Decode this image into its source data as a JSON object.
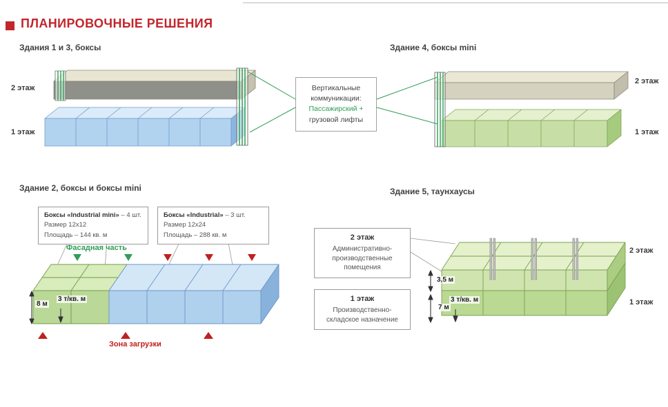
{
  "slide": {
    "title": "ПЛАНИРОВОЧНЫЕ РЕШЕНИЯ"
  },
  "colors": {
    "accent_red": "#c0201e",
    "accent_green": "#2f9e57",
    "box_blue": "#a9cdec",
    "box_green": "#b4d58e",
    "floor_beige": "#e9e5d3"
  },
  "buildings13": {
    "heading": "Здания 1 и 3, боксы",
    "floor2_label": "2 этаж",
    "floor1_label": "1 этаж"
  },
  "building4": {
    "heading": "Здание 4, боксы mini",
    "floor2_label": "2 этаж",
    "floor1_label": "1 этаж"
  },
  "lift_box": {
    "line1": "Вертикальные",
    "line2": "коммуникации:",
    "line3": "Пассажирский +",
    "line4": "грузовой лифты"
  },
  "building2": {
    "heading": "Здание 2, боксы и боксы mini",
    "note_mini": {
      "title": "Боксы «Industrial mini»",
      "count": " – 4 шт.",
      "size": "Размер 12х12",
      "area": "Площадь – 144 кв. м"
    },
    "note_industrial": {
      "title": "Боксы «Industrial»",
      "count": " – 3 шт.",
      "size": "Размер 12х24",
      "area": "Площадь – 288 кв. м"
    },
    "facade_label": "Фасадная часть",
    "height_label": "8 м",
    "load_label": "3 т/кв. м",
    "loading_zone_label": "Зона загрузки"
  },
  "building5": {
    "heading": "Здание 5, таунхаусы",
    "note_floor2": {
      "title": "2 этаж",
      "text": "Административно-производственные помещения"
    },
    "note_floor1": {
      "title": "1 этаж",
      "text": "Производственно-складское назначение"
    },
    "dim_height2": "3,5 м",
    "dim_height1": "7 м",
    "load_label": "3 т/кв. м",
    "floor2_label": "2 этаж",
    "floor1_label": "1 этаж"
  }
}
